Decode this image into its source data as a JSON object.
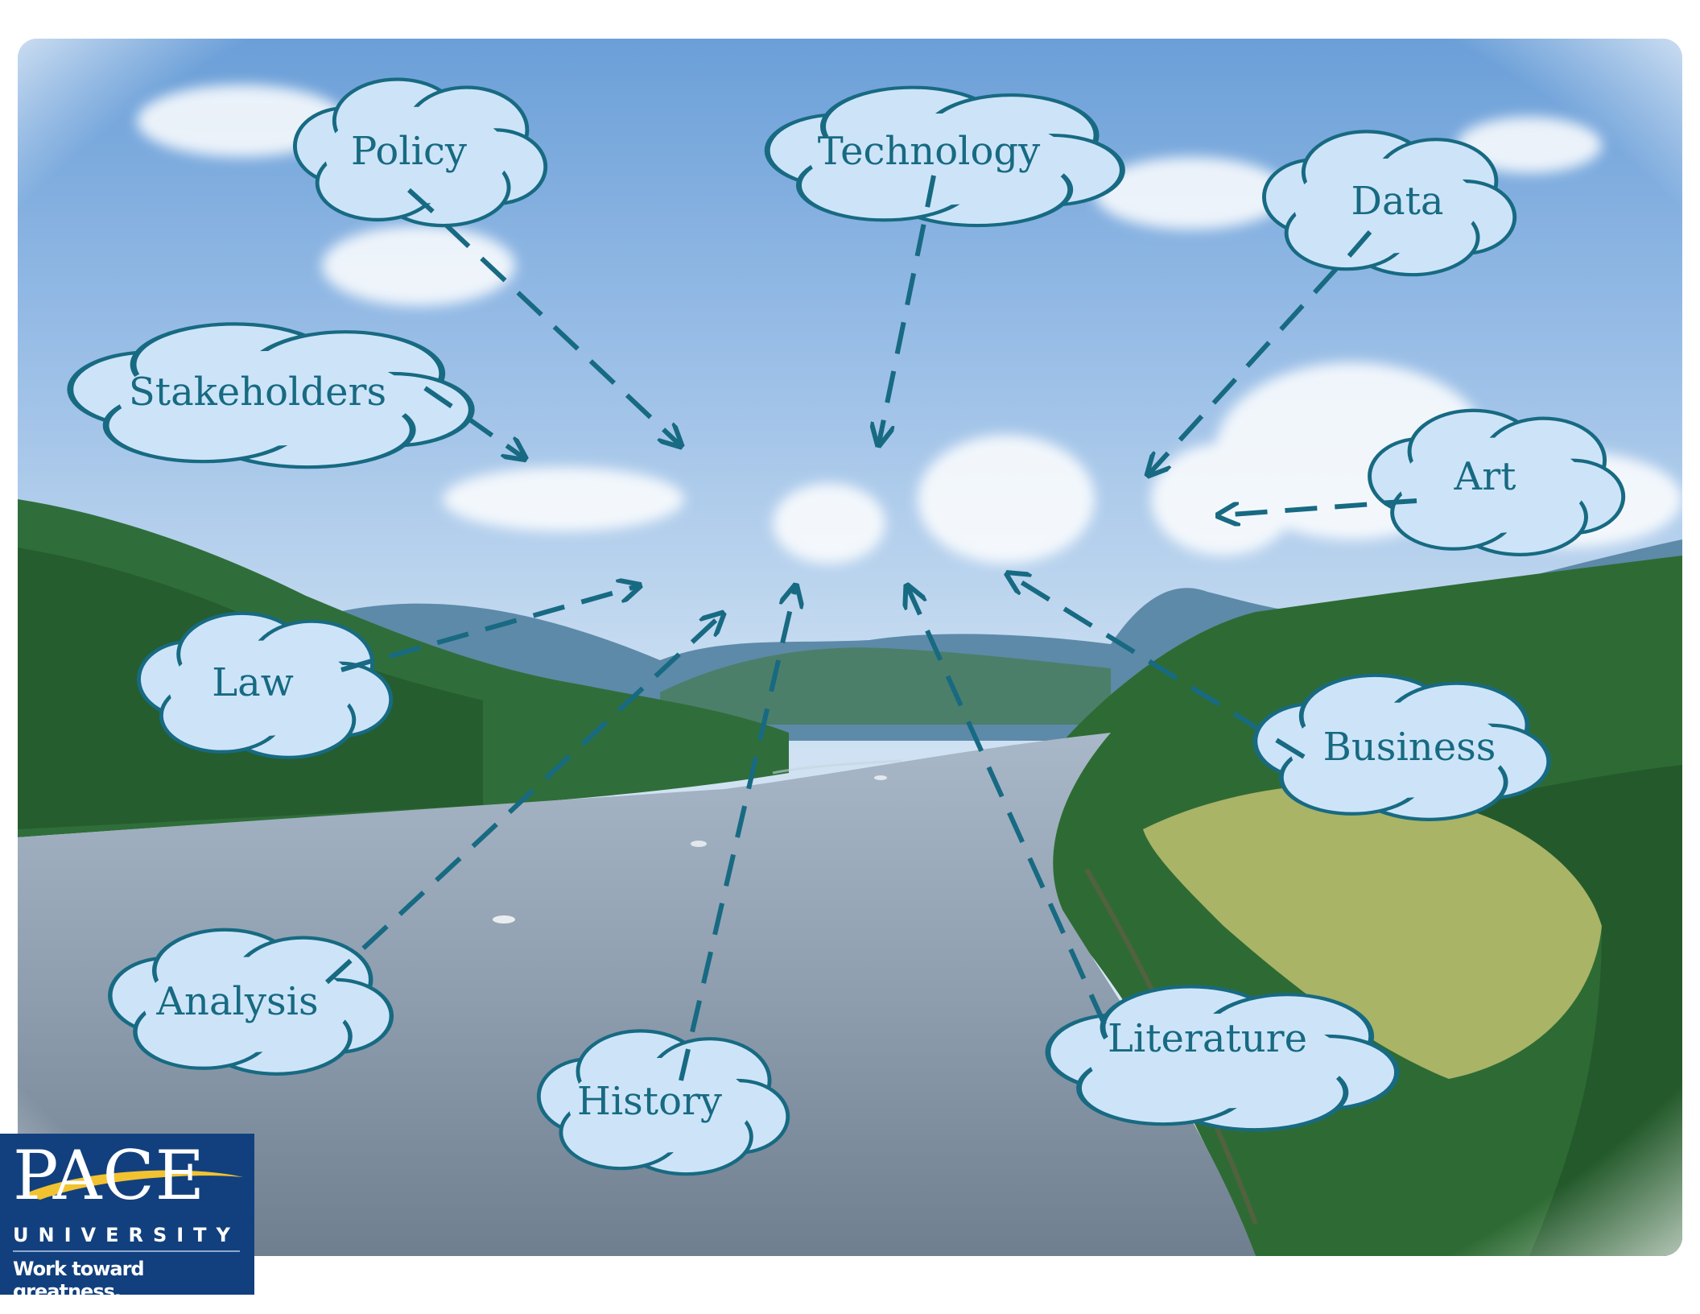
{
  "diagram": {
    "nodes": [
      {
        "id": "policy",
        "label": "Policy"
      },
      {
        "id": "technology",
        "label": "Technology"
      },
      {
        "id": "data",
        "label": "Data"
      },
      {
        "id": "stakeholders",
        "label": "Stakeholders"
      },
      {
        "id": "art",
        "label": "Art"
      },
      {
        "id": "law",
        "label": "Law"
      },
      {
        "id": "business",
        "label": "Business"
      },
      {
        "id": "analysis",
        "label": "Analysis"
      },
      {
        "id": "history",
        "label": "History"
      },
      {
        "id": "literature",
        "label": "Literature"
      }
    ],
    "colors": {
      "cloud_fill": "#cde4f8",
      "cloud_stroke": "#176a82",
      "arrow": "#176a82",
      "text": "#176a82"
    }
  },
  "logo": {
    "name": "PACE",
    "subtitle": "UNIVERSITY",
    "tagline": "Work toward greatness.",
    "bg_color": "#12407e",
    "accent_color": "#f2c230"
  }
}
